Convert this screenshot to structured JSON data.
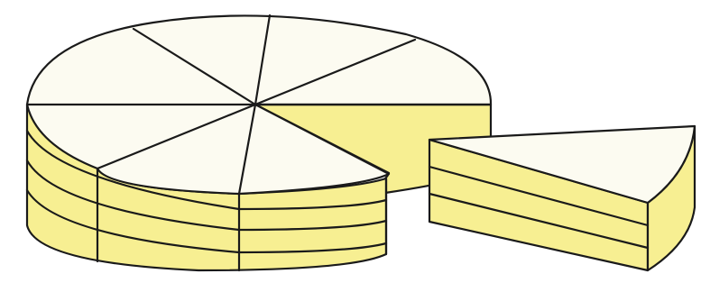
{
  "figure": {
    "description_hidden": "",
    "colors": {
      "cake_top": "#fcfbf1",
      "cake_side": "#f7ef92",
      "outline": "#1a1a1a",
      "background": "#ffffff"
    },
    "cake": {
      "total_slices": 8,
      "slices_remaining": 7,
      "layers": 3
    },
    "removed_slice": {
      "count": 1,
      "layers": 3
    }
  }
}
